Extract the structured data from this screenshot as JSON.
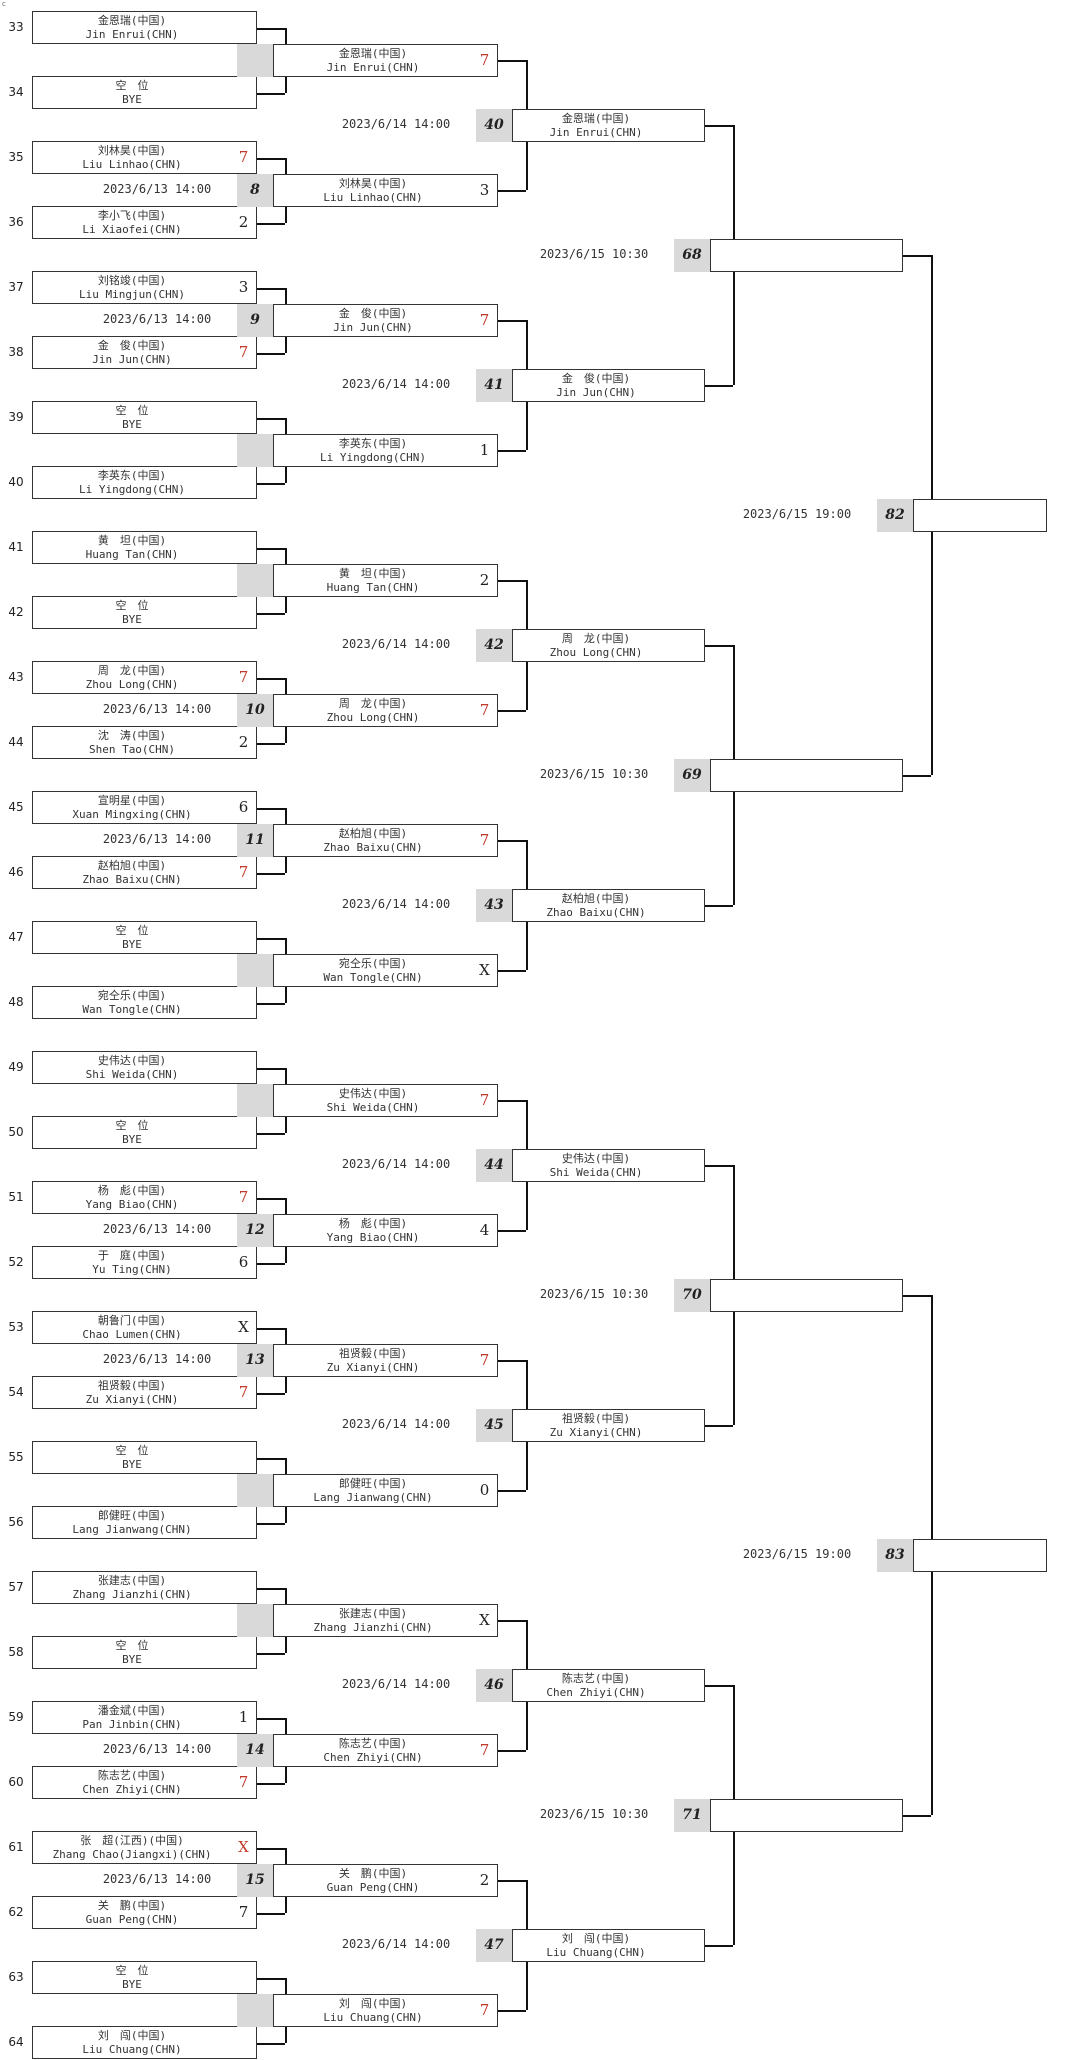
{
  "corner_mark": "c",
  "colors": {
    "win": "#c0392b",
    "normal": "#222222",
    "shade": "#d9d9d9"
  },
  "round1": [
    {
      "seed": "33",
      "zh": "金恩瑞(中国)",
      "en": "Jin Enrui(CHN)",
      "score": ""
    },
    {
      "seed": "34",
      "zh": "空　位",
      "en": "BYE",
      "score": ""
    },
    {
      "seed": "35",
      "zh": "刘林昊(中国)",
      "en": "Liu Linhao(CHN)",
      "score": "7",
      "win": true
    },
    {
      "seed": "36",
      "zh": "李小飞(中国)",
      "en": "Li Xiaofei(CHN)",
      "score": "2"
    },
    {
      "seed": "37",
      "zh": "刘铭竣(中国)",
      "en": "Liu Mingjun(CHN)",
      "score": "3"
    },
    {
      "seed": "38",
      "zh": "金　俊(中国)",
      "en": "Jin Jun(CHN)",
      "score": "7",
      "win": true
    },
    {
      "seed": "39",
      "zh": "空　位",
      "en": "BYE",
      "score": ""
    },
    {
      "seed": "40",
      "zh": "李英东(中国)",
      "en": "Li Yingdong(CHN)",
      "score": ""
    },
    {
      "seed": "41",
      "zh": "黄　坦(中国)",
      "en": "Huang Tan(CHN)",
      "score": ""
    },
    {
      "seed": "42",
      "zh": "空　位",
      "en": "BYE",
      "score": ""
    },
    {
      "seed": "43",
      "zh": "周　龙(中国)",
      "en": "Zhou Long(CHN)",
      "score": "7",
      "win": true
    },
    {
      "seed": "44",
      "zh": "沈　涛(中国)",
      "en": "Shen Tao(CHN)",
      "score": "2"
    },
    {
      "seed": "45",
      "zh": "宣明星(中国)",
      "en": "Xuan Mingxing(CHN)",
      "score": "6"
    },
    {
      "seed": "46",
      "zh": "赵柏旭(中国)",
      "en": "Zhao Baixu(CHN)",
      "score": "7",
      "win": true
    },
    {
      "seed": "47",
      "zh": "空　位",
      "en": "BYE",
      "score": ""
    },
    {
      "seed": "48",
      "zh": "宛仝乐(中国)",
      "en": "Wan Tongle(CHN)",
      "score": ""
    },
    {
      "seed": "49",
      "zh": "史伟达(中国)",
      "en": "Shi Weida(CHN)",
      "score": ""
    },
    {
      "seed": "50",
      "zh": "空　位",
      "en": "BYE",
      "score": ""
    },
    {
      "seed": "51",
      "zh": "杨　彪(中国)",
      "en": "Yang Biao(CHN)",
      "score": "7",
      "win": true
    },
    {
      "seed": "52",
      "zh": "于　庭(中国)",
      "en": "Yu Ting(CHN)",
      "score": "6"
    },
    {
      "seed": "53",
      "zh": "朝鲁门(中国)",
      "en": "Chao Lumen(CHN)",
      "score": "X"
    },
    {
      "seed": "54",
      "zh": "祖贤毅(中国)",
      "en": "Zu Xianyi(CHN)",
      "score": "7",
      "win": true
    },
    {
      "seed": "55",
      "zh": "空　位",
      "en": "BYE",
      "score": ""
    },
    {
      "seed": "56",
      "zh": "郎健旺(中国)",
      "en": "Lang Jianwang(CHN)",
      "score": ""
    },
    {
      "seed": "57",
      "zh": "张建志(中国)",
      "en": "Zhang Jianzhi(CHN)",
      "score": ""
    },
    {
      "seed": "58",
      "zh": "空　位",
      "en": "BYE",
      "score": ""
    },
    {
      "seed": "59",
      "zh": "潘金斌(中国)",
      "en": "Pan Jinbin(CHN)",
      "score": "1"
    },
    {
      "seed": "60",
      "zh": "陈志艺(中国)",
      "en": "Chen Zhiyi(CHN)",
      "score": "7",
      "win": true
    },
    {
      "seed": "61",
      "zh": "张　超(江西)(中国)",
      "en": "Zhang Chao(Jiangxi)(CHN)",
      "score": "X",
      "win": true
    },
    {
      "seed": "62",
      "zh": "关　鹏(中国)",
      "en": "Guan Peng(CHN)",
      "score": "7"
    },
    {
      "seed": "63",
      "zh": "空　位",
      "en": "BYE",
      "score": ""
    },
    {
      "seed": "64",
      "zh": "刘　闯(中国)",
      "en": "Liu Chuang(CHN)",
      "score": ""
    }
  ],
  "round1_matches": [
    {
      "num": "",
      "date": ""
    },
    {
      "num": "8",
      "date": "2023/6/13 14:00"
    },
    {
      "num": "9",
      "date": "2023/6/13 14:00"
    },
    {
      "num": "",
      "date": ""
    },
    {
      "num": "",
      "date": ""
    },
    {
      "num": "10",
      "date": "2023/6/13 14:00"
    },
    {
      "num": "11",
      "date": "2023/6/13 14:00"
    },
    {
      "num": "",
      "date": ""
    },
    {
      "num": "",
      "date": ""
    },
    {
      "num": "12",
      "date": "2023/6/13 14:00"
    },
    {
      "num": "13",
      "date": "2023/6/13 14:00"
    },
    {
      "num": "",
      "date": ""
    },
    {
      "num": "",
      "date": ""
    },
    {
      "num": "14",
      "date": "2023/6/13 14:00"
    },
    {
      "num": "15",
      "date": "2023/6/13 14:00"
    },
    {
      "num": "",
      "date": ""
    }
  ],
  "round2": [
    {
      "zh": "金恩瑞(中国)",
      "en": "Jin Enrui(CHN)",
      "score": "7",
      "win": true
    },
    {
      "zh": "刘林昊(中国)",
      "en": "Liu Linhao(CHN)",
      "score": "3"
    },
    {
      "zh": "金　俊(中国)",
      "en": "Jin Jun(CHN)",
      "score": "7",
      "win": true
    },
    {
      "zh": "李英东(中国)",
      "en": "Li Yingdong(CHN)",
      "score": "1"
    },
    {
      "zh": "黄　坦(中国)",
      "en": "Huang Tan(CHN)",
      "score": "2"
    },
    {
      "zh": "周　龙(中国)",
      "en": "Zhou Long(CHN)",
      "score": "7",
      "win": true
    },
    {
      "zh": "赵柏旭(中国)",
      "en": "Zhao Baixu(CHN)",
      "score": "7",
      "win": true
    },
    {
      "zh": "宛仝乐(中国)",
      "en": "Wan Tongle(CHN)",
      "score": "X"
    },
    {
      "zh": "史伟达(中国)",
      "en": "Shi Weida(CHN)",
      "score": "7",
      "win": true
    },
    {
      "zh": "杨　彪(中国)",
      "en": "Yang Biao(CHN)",
      "score": "4"
    },
    {
      "zh": "祖贤毅(中国)",
      "en": "Zu Xianyi(CHN)",
      "score": "7",
      "win": true
    },
    {
      "zh": "郎健旺(中国)",
      "en": "Lang Jianwang(CHN)",
      "score": "0"
    },
    {
      "zh": "张建志(中国)",
      "en": "Zhang Jianzhi(CHN)",
      "score": "X"
    },
    {
      "zh": "陈志艺(中国)",
      "en": "Chen Zhiyi(CHN)",
      "score": "7",
      "win": true
    },
    {
      "zh": "关　鹏(中国)",
      "en": "Guan Peng(CHN)",
      "score": "2"
    },
    {
      "zh": "刘　闯(中国)",
      "en": "Liu Chuang(CHN)",
      "score": "7",
      "win": true
    }
  ],
  "round2_matches": [
    {
      "num": "40",
      "date": "2023/6/14 14:00"
    },
    {
      "num": "41",
      "date": "2023/6/14 14:00"
    },
    {
      "num": "42",
      "date": "2023/6/14 14:00"
    },
    {
      "num": "43",
      "date": "2023/6/14 14:00"
    },
    {
      "num": "44",
      "date": "2023/6/14 14:00"
    },
    {
      "num": "45",
      "date": "2023/6/14 14:00"
    },
    {
      "num": "46",
      "date": "2023/6/14 14:00"
    },
    {
      "num": "47",
      "date": "2023/6/14 14:00"
    }
  ],
  "round3": [
    {
      "zh": "金恩瑞(中国)",
      "en": "Jin Enrui(CHN)",
      "score": ""
    },
    {
      "zh": "金　俊(中国)",
      "en": "Jin Jun(CHN)",
      "score": ""
    },
    {
      "zh": "周　龙(中国)",
      "en": "Zhou Long(CHN)",
      "score": ""
    },
    {
      "zh": "赵柏旭(中国)",
      "en": "Zhao Baixu(CHN)",
      "score": ""
    },
    {
      "zh": "史伟达(中国)",
      "en": "Shi Weida(CHN)",
      "score": ""
    },
    {
      "zh": "祖贤毅(中国)",
      "en": "Zu Xianyi(CHN)",
      "score": ""
    },
    {
      "zh": "陈志艺(中国)",
      "en": "Chen Zhiyi(CHN)",
      "score": ""
    },
    {
      "zh": "刘　闯(中国)",
      "en": "Liu Chuang(CHN)",
      "score": ""
    }
  ],
  "round3_matches": [
    {
      "num": "68",
      "date": "2023/6/15 10:30"
    },
    {
      "num": "69",
      "date": "2023/6/15 10:30"
    },
    {
      "num": "70",
      "date": "2023/6/15 10:30"
    },
    {
      "num": "71",
      "date": "2023/6/15 10:30"
    }
  ],
  "round4": [
    {
      "zh": "",
      "en": "",
      "score": ""
    },
    {
      "zh": "",
      "en": "",
      "score": ""
    },
    {
      "zh": "",
      "en": "",
      "score": ""
    },
    {
      "zh": "",
      "en": "",
      "score": ""
    }
  ],
  "round4_matches": [
    {
      "num": "82",
      "date": "2023/6/15 19:00"
    },
    {
      "num": "83",
      "date": "2023/6/15 19:00"
    }
  ],
  "round5": [
    {
      "zh": "",
      "en": "",
      "score": ""
    },
    {
      "zh": "",
      "en": "",
      "score": ""
    }
  ]
}
